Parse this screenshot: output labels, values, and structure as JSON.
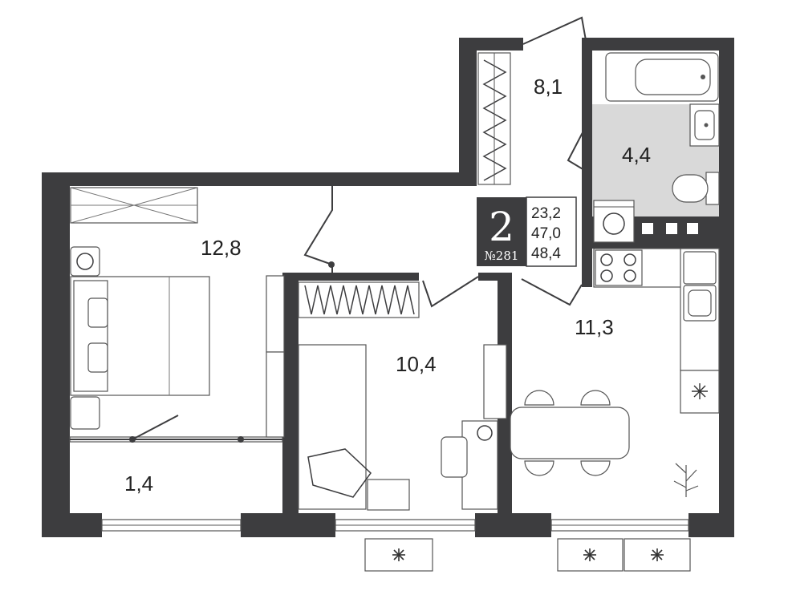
{
  "plan": {
    "rooms": [
      {
        "id": "hall",
        "area": "8,1"
      },
      {
        "id": "bathroom",
        "area": "4,4"
      },
      {
        "id": "bedroom",
        "area": "12,8"
      },
      {
        "id": "balcony",
        "area": "1,4"
      },
      {
        "id": "room2",
        "area": "10,4"
      },
      {
        "id": "kitchen",
        "area": "11,3"
      }
    ],
    "badge": {
      "rooms": "2",
      "number": "№281",
      "stats": [
        "23,2",
        "47,0",
        "48,4"
      ]
    }
  },
  "colors": {
    "wall": "#3d3d3f",
    "bath_floor": "#d9d9d9",
    "badge": "#3d3d3f"
  },
  "icons": [
    "radiator-icon",
    "plant-icon",
    "stove-icon",
    "washing-machine-icon",
    "toilet-icon",
    "bathtub-icon",
    "sink-icon"
  ]
}
